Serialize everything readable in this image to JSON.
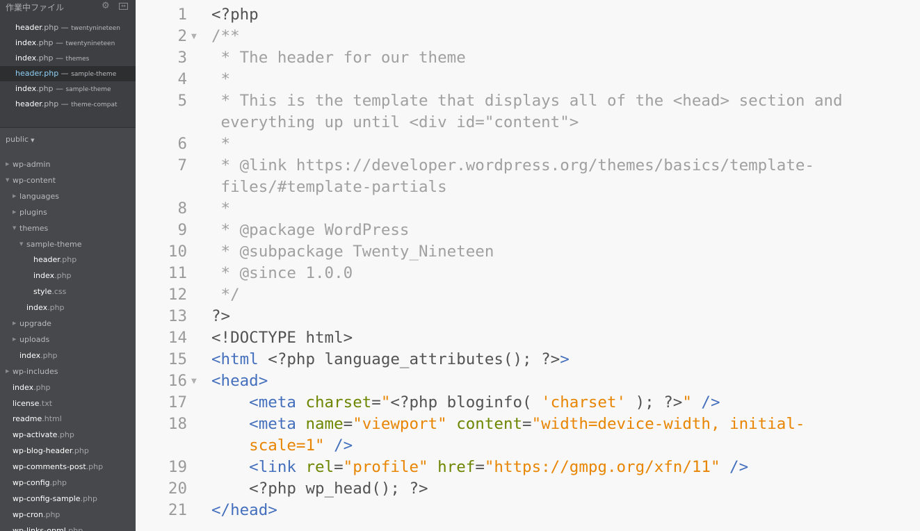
{
  "sidebar": {
    "working_title": "作業中ファイル",
    "working_files": [
      {
        "name": "header",
        "ext": ".php",
        "dir": "twentynineteen",
        "selected": false
      },
      {
        "name": "index",
        "ext": ".php",
        "dir": "twentynineteen",
        "selected": false
      },
      {
        "name": "index",
        "ext": ".php",
        "dir": "themes",
        "selected": false
      },
      {
        "name": "header",
        "ext": ".php",
        "dir": "sample-theme",
        "selected": true
      },
      {
        "name": "index",
        "ext": ".php",
        "dir": "sample-theme",
        "selected": false
      },
      {
        "name": "header",
        "ext": ".php",
        "dir": "theme-compat",
        "selected": false
      }
    ],
    "project": "public",
    "tree": [
      {
        "name": "wp-admin",
        "ext": "",
        "level": 0,
        "type": "dir",
        "open": false
      },
      {
        "name": "wp-content",
        "ext": "",
        "level": 0,
        "type": "dir",
        "open": true
      },
      {
        "name": "languages",
        "ext": "",
        "level": 1,
        "type": "dir",
        "open": false
      },
      {
        "name": "plugins",
        "ext": "",
        "level": 1,
        "type": "dir",
        "open": false
      },
      {
        "name": "themes",
        "ext": "",
        "level": 1,
        "type": "dir",
        "open": true
      },
      {
        "name": "sample-theme",
        "ext": "",
        "level": 2,
        "type": "dir",
        "open": true
      },
      {
        "name": "header",
        "ext": ".php",
        "level": 3,
        "type": "file"
      },
      {
        "name": "index",
        "ext": ".php",
        "level": 3,
        "type": "file"
      },
      {
        "name": "style",
        "ext": ".css",
        "level": 3,
        "type": "file"
      },
      {
        "name": "index",
        "ext": ".php",
        "level": 2,
        "type": "file"
      },
      {
        "name": "upgrade",
        "ext": "",
        "level": 1,
        "type": "dir",
        "open": false
      },
      {
        "name": "uploads",
        "ext": "",
        "level": 1,
        "type": "dir",
        "open": false
      },
      {
        "name": "index",
        "ext": ".php",
        "level": 1,
        "type": "file"
      },
      {
        "name": "wp-includes",
        "ext": "",
        "level": 0,
        "type": "dir",
        "open": false
      },
      {
        "name": "index",
        "ext": ".php",
        "level": 0,
        "type": "file"
      },
      {
        "name": "license",
        "ext": ".txt",
        "level": 0,
        "type": "file"
      },
      {
        "name": "readme",
        "ext": ".html",
        "level": 0,
        "type": "file"
      },
      {
        "name": "wp-activate",
        "ext": ".php",
        "level": 0,
        "type": "file"
      },
      {
        "name": "wp-blog-header",
        "ext": ".php",
        "level": 0,
        "type": "file"
      },
      {
        "name": "wp-comments-post",
        "ext": ".php",
        "level": 0,
        "type": "file"
      },
      {
        "name": "wp-config",
        "ext": ".php",
        "level": 0,
        "type": "file"
      },
      {
        "name": "wp-config-sample",
        "ext": ".php",
        "level": 0,
        "type": "file"
      },
      {
        "name": "wp-cron",
        "ext": ".php",
        "level": 0,
        "type": "file"
      },
      {
        "name": "wp-links-opml",
        "ext": ".php",
        "level": 0,
        "type": "file"
      }
    ]
  },
  "editor": {
    "colors": {
      "tag": "#446fbd",
      "attr": "#6d8600",
      "string": "#e88501",
      "comment": "#a0a0a0",
      "text": "#535353"
    },
    "lines": [
      {
        "num": "1",
        "fold": false,
        "seg": [
          [
            "<?php",
            "tx"
          ]
        ]
      },
      {
        "num": "2",
        "fold": true,
        "seg": [
          [
            "/**",
            "cm"
          ]
        ]
      },
      {
        "num": "3",
        "fold": false,
        "seg": [
          [
            " * The header for our theme",
            "cm"
          ]
        ]
      },
      {
        "num": "4",
        "fold": false,
        "seg": [
          [
            " *",
            "cm"
          ]
        ]
      },
      {
        "num": "5",
        "fold": false,
        "seg": [
          [
            " * This is the template that displays all of the <head> section and",
            "cm"
          ]
        ]
      },
      {
        "num": "",
        "fold": false,
        "seg": [
          [
            " everything up until <div id=\"content\">",
            "cm"
          ]
        ]
      },
      {
        "num": "6",
        "fold": false,
        "seg": [
          [
            " *",
            "cm"
          ]
        ]
      },
      {
        "num": "7",
        "fold": false,
        "seg": [
          [
            " * @link https://developer.wordpress.org/themes/basics/template-",
            "cm"
          ]
        ]
      },
      {
        "num": "",
        "fold": false,
        "seg": [
          [
            " files/#template-partials",
            "cm"
          ]
        ]
      },
      {
        "num": "8",
        "fold": false,
        "seg": [
          [
            " *",
            "cm"
          ]
        ]
      },
      {
        "num": "9",
        "fold": false,
        "seg": [
          [
            " * @package WordPress",
            "cm"
          ]
        ]
      },
      {
        "num": "10",
        "fold": false,
        "seg": [
          [
            " * @subpackage Twenty_Nineteen",
            "cm"
          ]
        ]
      },
      {
        "num": "11",
        "fold": false,
        "seg": [
          [
            " * @since 1.0.0",
            "cm"
          ]
        ]
      },
      {
        "num": "12",
        "fold": false,
        "seg": [
          [
            " */",
            "cm"
          ]
        ]
      },
      {
        "num": "13",
        "fold": false,
        "seg": [
          [
            "?>",
            "tx"
          ]
        ]
      },
      {
        "num": "14",
        "fold": false,
        "seg": [
          [
            "<!DOCTYPE html>",
            "tx"
          ]
        ]
      },
      {
        "num": "15",
        "fold": false,
        "seg": [
          [
            "<html ",
            "tag"
          ],
          [
            "<?php language_attributes(); ?>",
            "tx"
          ],
          [
            ">",
            "tag"
          ]
        ]
      },
      {
        "num": "16",
        "fold": true,
        "seg": [
          [
            "<head>",
            "tag"
          ]
        ]
      },
      {
        "num": "17",
        "fold": false,
        "seg": [
          [
            "    <meta ",
            "tag"
          ],
          [
            "charset",
            "attr"
          ],
          [
            "=",
            "tx"
          ],
          [
            "\"",
            "str"
          ],
          [
            "<?php bloginfo( ",
            "tx"
          ],
          [
            "'charset'",
            "str"
          ],
          [
            " ); ?>",
            "tx"
          ],
          [
            "\"",
            "str"
          ],
          [
            " />",
            "tag"
          ]
        ]
      },
      {
        "num": "18",
        "fold": false,
        "seg": [
          [
            "    <meta ",
            "tag"
          ],
          [
            "name",
            "attr"
          ],
          [
            "=",
            "tx"
          ],
          [
            "\"viewport\"",
            "str"
          ],
          [
            " ",
            "tx"
          ],
          [
            "content",
            "attr"
          ],
          [
            "=",
            "tx"
          ],
          [
            "\"width=device-width, initial-",
            "str"
          ]
        ]
      },
      {
        "num": "",
        "fold": false,
        "seg": [
          [
            "    scale=1\"",
            "str"
          ],
          [
            " />",
            "tag"
          ]
        ]
      },
      {
        "num": "19",
        "fold": false,
        "seg": [
          [
            "    <link ",
            "tag"
          ],
          [
            "rel",
            "attr"
          ],
          [
            "=",
            "tx"
          ],
          [
            "\"profile\"",
            "str"
          ],
          [
            " ",
            "tx"
          ],
          [
            "href",
            "attr"
          ],
          [
            "=",
            "tx"
          ],
          [
            "\"https://gmpg.org/xfn/11\"",
            "str"
          ],
          [
            " />",
            "tag"
          ]
        ]
      },
      {
        "num": "20",
        "fold": false,
        "seg": [
          [
            "    <?php wp_head(); ?>",
            "tx"
          ]
        ]
      },
      {
        "num": "21",
        "fold": false,
        "seg": [
          [
            "</head>",
            "tag"
          ]
        ]
      }
    ]
  }
}
